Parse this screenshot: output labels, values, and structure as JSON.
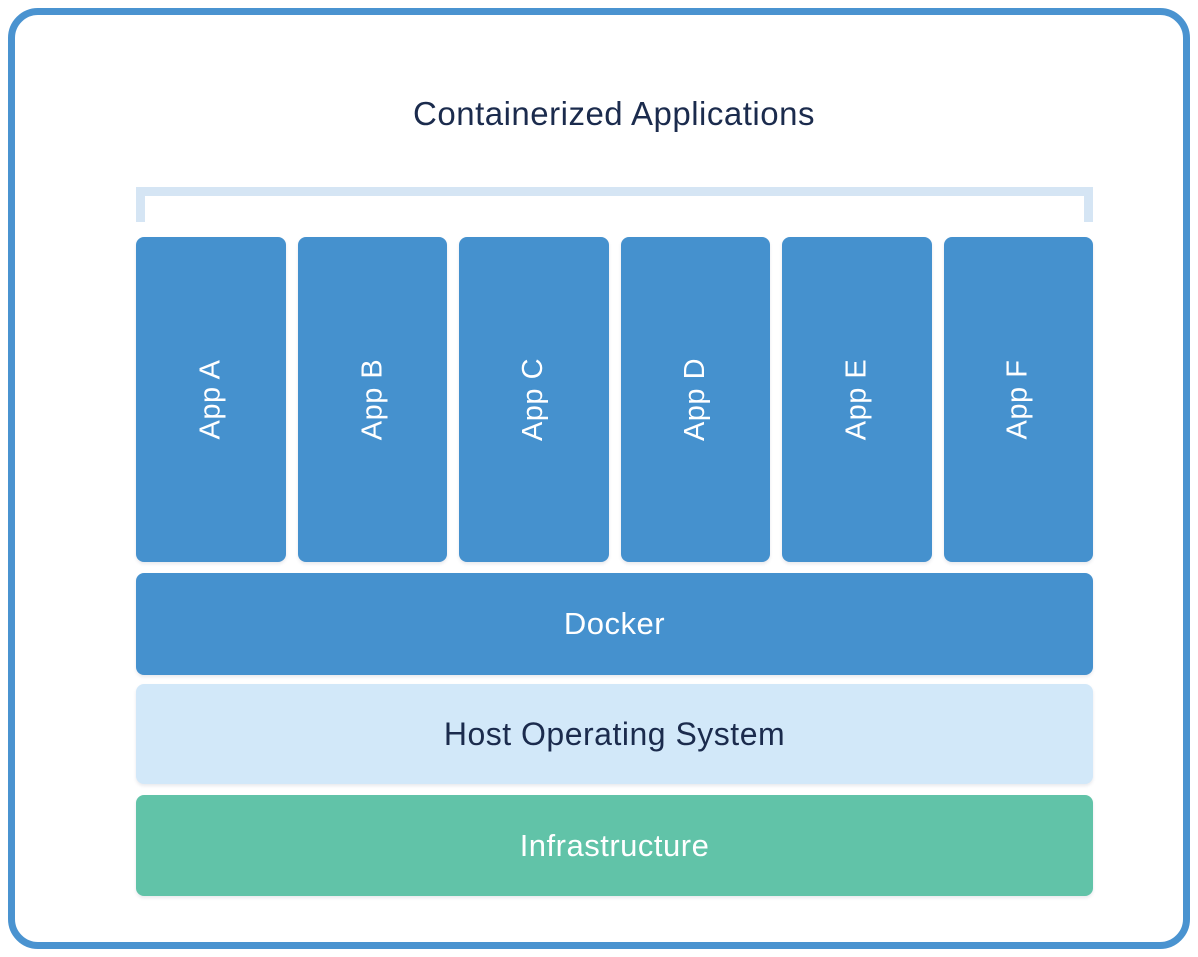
{
  "title": "Containerized Applications",
  "apps": [
    {
      "label": "App A"
    },
    {
      "label": "App B"
    },
    {
      "label": "App C"
    },
    {
      "label": "App D"
    },
    {
      "label": "App E"
    },
    {
      "label": "App F"
    }
  ],
  "layers": {
    "docker": {
      "label": "Docker"
    },
    "host_os": {
      "label": "Host Operating System"
    },
    "infrastructure": {
      "label": "Infrastructure"
    }
  },
  "colors": {
    "frame_border": "#4a93d0",
    "app_blue": "#4591ce",
    "bracket_light_blue": "#d5e5f4",
    "host_os_bg": "#d2e8f9",
    "infrastructure_green": "#61c3a8",
    "navy_text": "#1b2b4d",
    "white_text": "#ffffff"
  }
}
